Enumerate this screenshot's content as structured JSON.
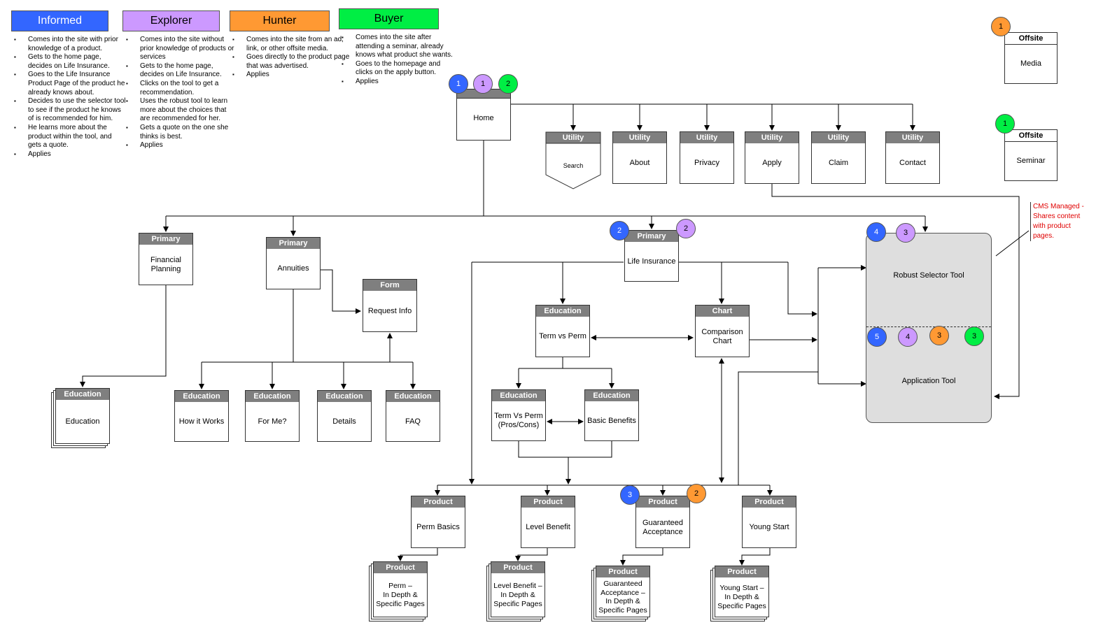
{
  "personas": [
    {
      "name": "Informed",
      "color": "#3366ff",
      "text_color": "#ffffff",
      "bullets": [
        "Comes into the site with prior knowledge of a product.",
        "Gets to the home page, decides on Life Insurance.",
        "Goes to the Life Insurance Product Page of the product he already knows about.",
        "Decides to use the selector tool to see if the product he knows of is recommended for him.",
        "He learns more about the product within the tool, and gets a quote.",
        "Applies"
      ]
    },
    {
      "name": "Explorer",
      "color": "#cc99ff",
      "text_color": "#000000",
      "bullets": [
        "Comes into the site without prior knowledge of products or services",
        "Gets to the home page, decides on Life Insurance.",
        "Clicks on the tool to get a recommendation.",
        "Uses the robust tool to learn more about the choices that are recommended for her.",
        "Gets a quote on the one she thinks is best.",
        "Applies"
      ]
    },
    {
      "name": "Hunter",
      "color": "#ff9933",
      "text_color": "#000000",
      "bullets": [
        "Comes into the site from an ad, link, or other offsite media.",
        "Goes directly to the product page that was advertised.",
        "Applies"
      ]
    },
    {
      "name": "Buyer",
      "color": "#00ee44",
      "text_color": "#000000",
      "bullets": [
        "Comes into the site after attending a seminar, already knows what product she wants.",
        "Goes to the homepage and clicks on the apply button.",
        "Applies"
      ]
    }
  ],
  "colors": {
    "blue": "#3366ff",
    "purple": "#cc99ff",
    "orange": "#ff9933",
    "green": "#00ee44",
    "header_gray": "#7f7f7f",
    "tool_fill": "#dedede",
    "note_red": "#e00000"
  },
  "nodes": {
    "home": {
      "label": "Home"
    },
    "utility_header": "Utility",
    "utility_search": {
      "label": "Search"
    },
    "utility_about": {
      "label": "About"
    },
    "utility_privacy": {
      "label": "Privacy"
    },
    "utility_apply": {
      "label": "Apply"
    },
    "utility_claim": {
      "label": "Claim"
    },
    "utility_contact": {
      "label": "Contact"
    },
    "offsite_header": "Offsite",
    "offsite_media": {
      "label": "Media"
    },
    "offsite_seminar": {
      "label": "Seminar"
    },
    "primary_header": "Primary",
    "primary_financial": {
      "label": "Financial\nPlanning"
    },
    "primary_annuities": {
      "label": "Annuities"
    },
    "primary_life": {
      "label": "Life Insurance"
    },
    "form_header": "Form",
    "form_request": {
      "label": "Request Info"
    },
    "education_header": "Education",
    "edu_education": {
      "label": "Education"
    },
    "edu_how": {
      "label": "How it Works"
    },
    "edu_forme": {
      "label": "For Me?"
    },
    "edu_details": {
      "label": "Details"
    },
    "edu_faq": {
      "label": "FAQ"
    },
    "edu_termperm": {
      "label": "Term vs Perm"
    },
    "edu_termperm_pros": {
      "label": "Term Vs Perm\n(Pros/Cons)"
    },
    "edu_basic": {
      "label": "Basic Benefits"
    },
    "chart_header": "Chart",
    "chart_comparison": {
      "label": "Comparison\nChart"
    },
    "product_header": "Product",
    "prod_perm": {
      "label": "Perm Basics"
    },
    "prod_level": {
      "label": "Level Benefit"
    },
    "prod_guaranteed": {
      "label": "Guaranteed\nAcceptance"
    },
    "prod_young": {
      "label": "Young Start"
    },
    "prod_perm_depth": {
      "label": "Perm –\nIn Depth &\nSpecific Pages"
    },
    "prod_level_depth": {
      "label": "Level Benefit –\nIn Depth &\nSpecific Pages"
    },
    "prod_guaranteed_depth": {
      "label": "Guaranteed\nAcceptance –\nIn Depth &\nSpecific Pages"
    },
    "prod_young_depth": {
      "label": "Young Start –\nIn Depth &\nSpecific Pages"
    }
  },
  "tool": {
    "top_label": "Robust Selector Tool",
    "bottom_label": "Application Tool"
  },
  "note": "CMS Managed -\nShares content\nwith product\npages.",
  "badges": {
    "home_informed": "1",
    "home_explorer": "1",
    "home_buyer": "2",
    "media_hunter": "1",
    "seminar_buyer": "1",
    "life_informed": "2",
    "life_explorer": "2",
    "selector_informed": "4",
    "selector_explorer": "3",
    "app_informed": "5",
    "app_explorer": "4",
    "app_hunter": "3",
    "app_buyer": "3",
    "guaranteed_informed": "3",
    "guaranteed_hunter": "2"
  }
}
